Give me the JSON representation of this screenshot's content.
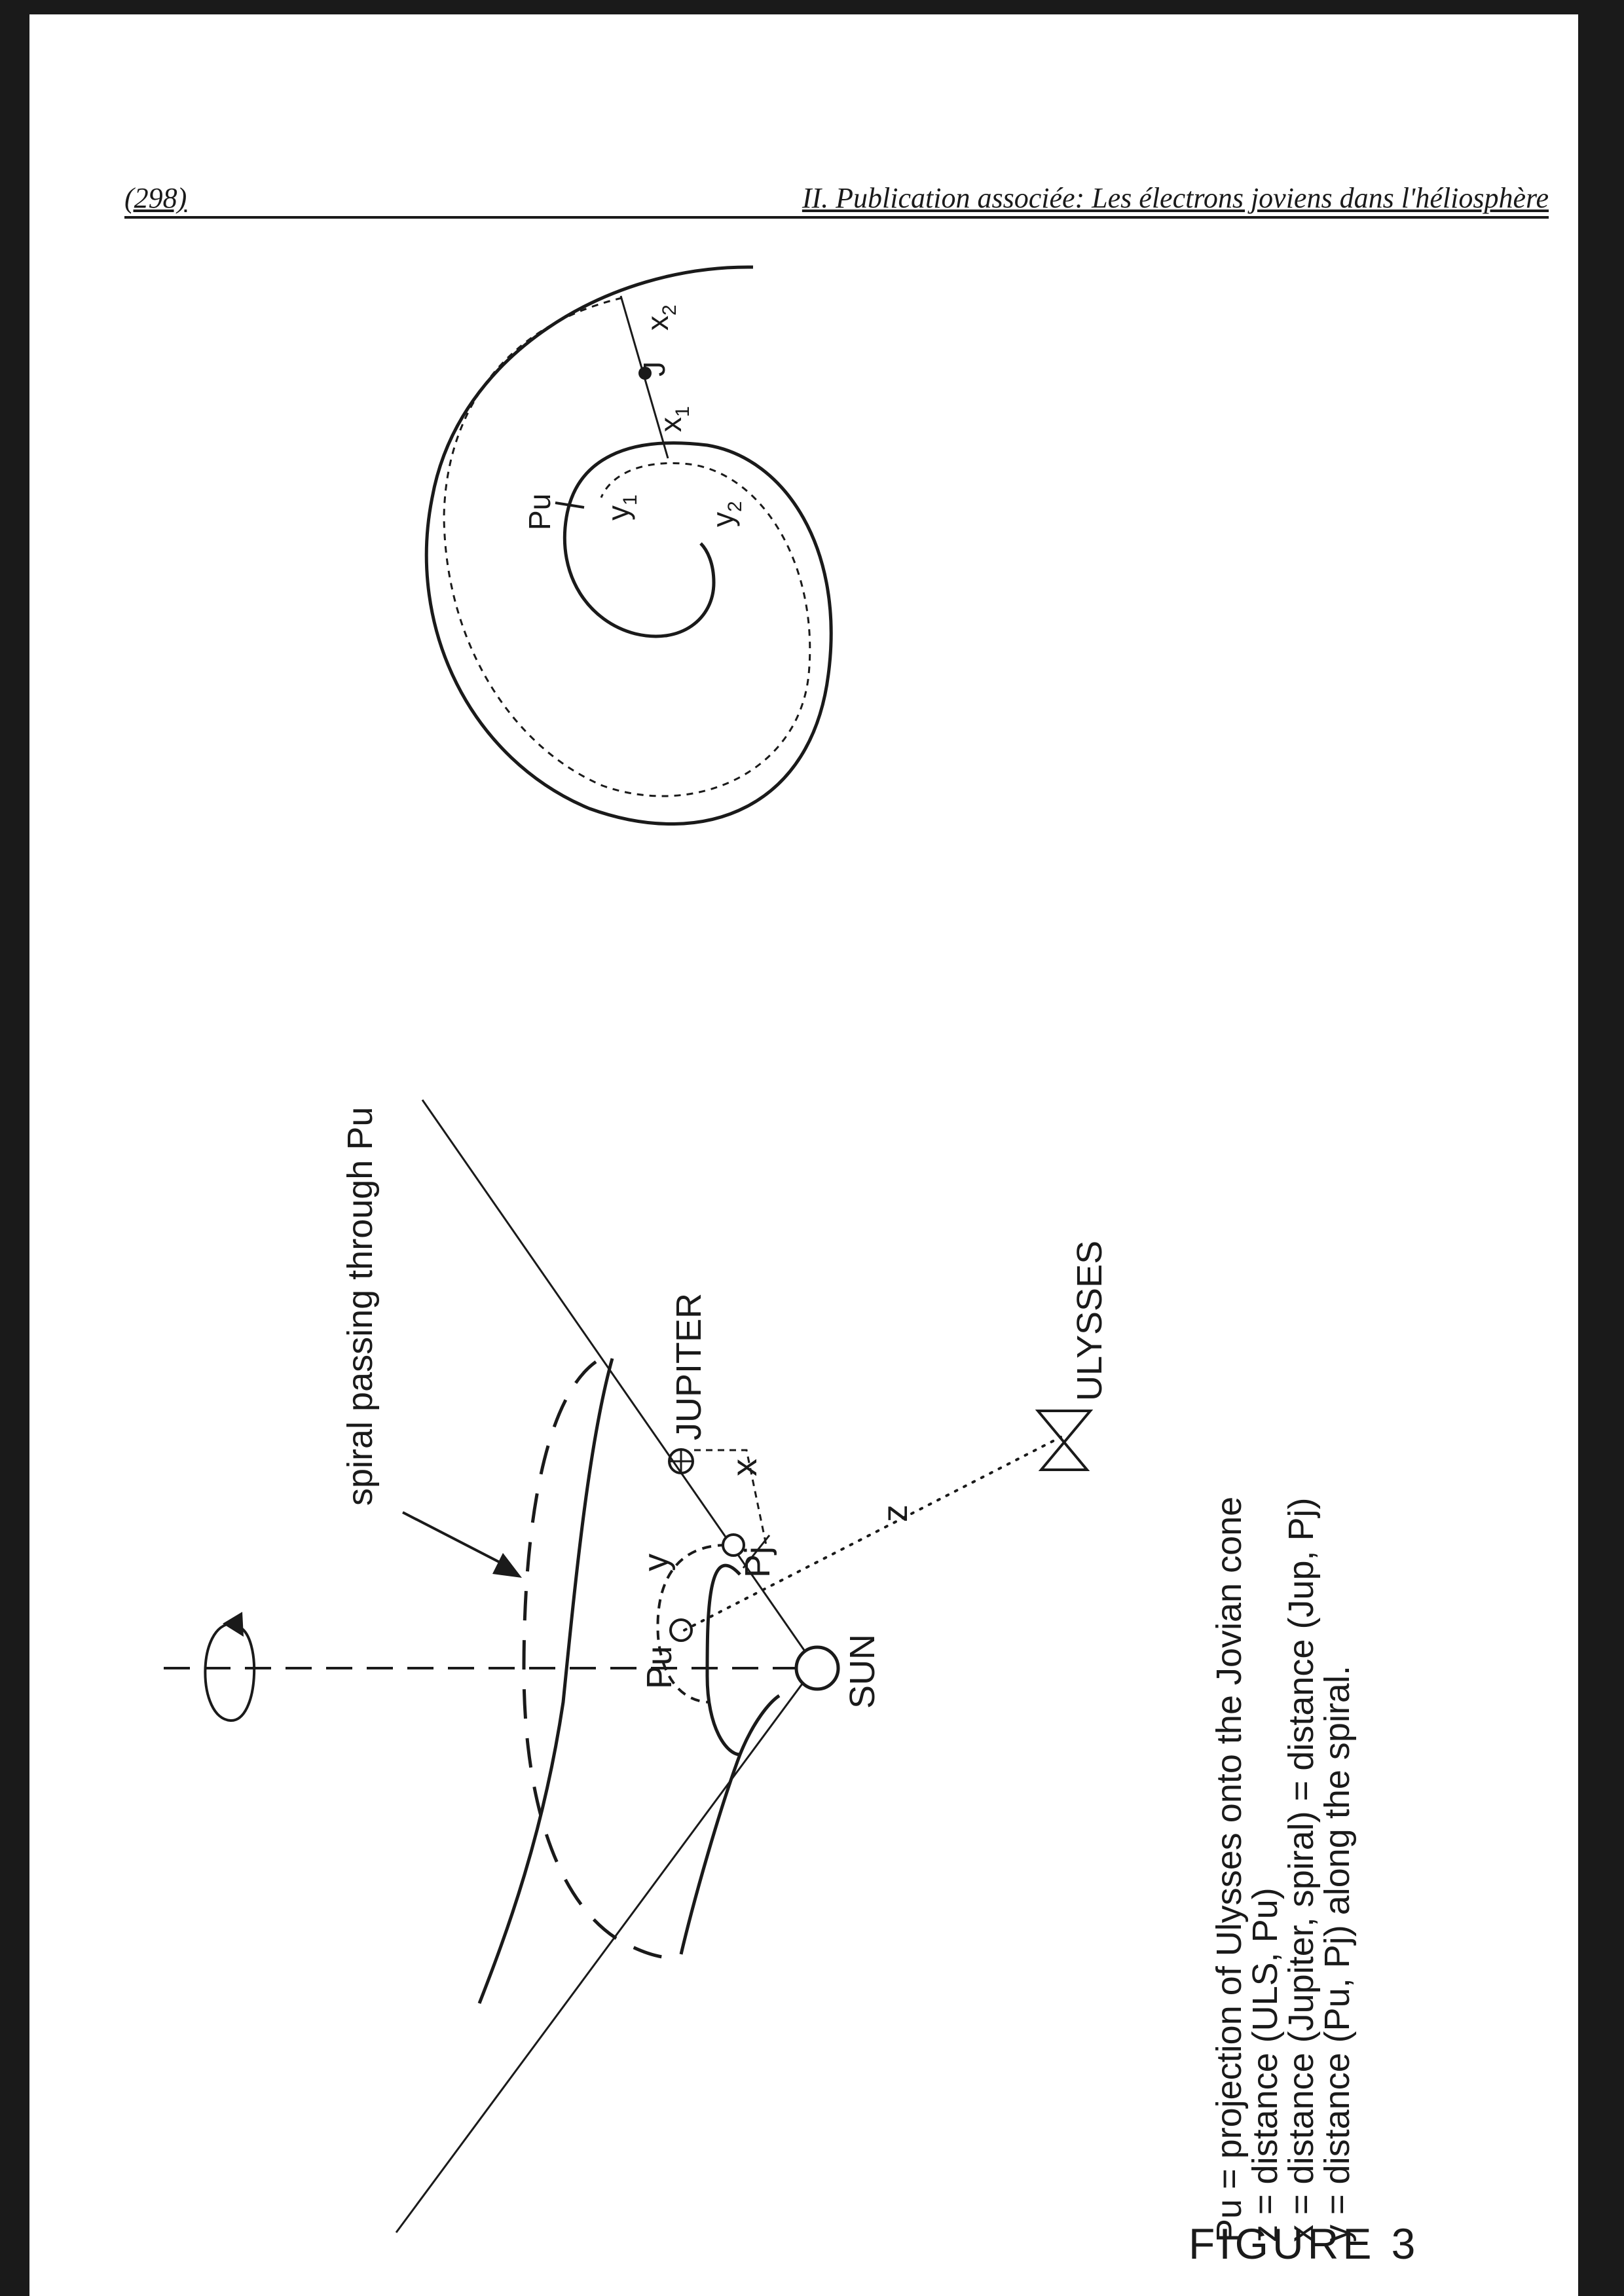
{
  "header": {
    "page_number": "(298)",
    "running_title": "II. Publication associée: Les électrons joviens dans l'héliosphère"
  },
  "spiral_diagram": {
    "labels": {
      "pu": "Pu",
      "j": "J",
      "x1": "x",
      "x1_sub": "1",
      "x2": "x",
      "x2_sub": "2",
      "y1": "y",
      "y1_sub": "1",
      "y2": "y",
      "y2_sub": "2"
    }
  },
  "cone_diagram": {
    "labels": {
      "spiral_passing": "spiral passing through Pu",
      "jupiter": "JUPITER",
      "ulysses": "ULYSSES",
      "sun": "SUN",
      "pu": "Pu",
      "pj": "Pj",
      "x": "x",
      "y": "y",
      "z": "z"
    }
  },
  "legend": {
    "lines": [
      "Pu = projection of Ulysses onto the Jovian cone",
      "z = distance (ULS, Pu)",
      "x = distance (Jupiter, spiral) = distance (Jup, Pj)",
      "y = distance (Pu, Pj) along the spiral."
    ]
  },
  "figure_caption": "FIGURE 3"
}
